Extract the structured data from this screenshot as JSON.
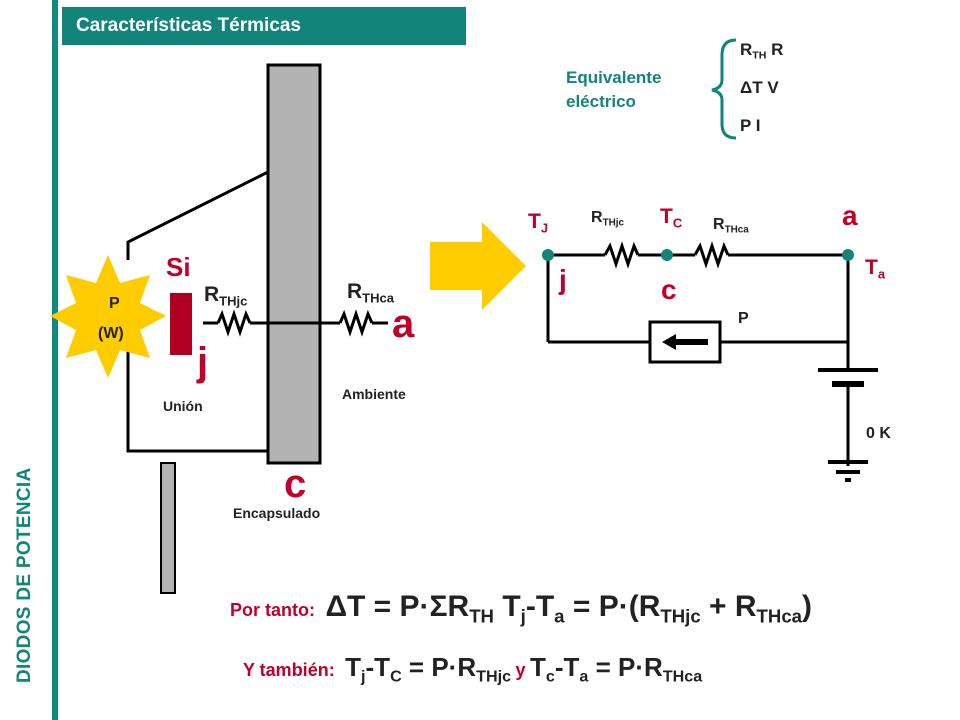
{
  "header": {
    "title": "Características Térmicas"
  },
  "sidebar": {
    "title": "DIODOS DE POTENCIA"
  },
  "equivalent": {
    "label_line1": "Equivalente",
    "label_line2": "eléctrico",
    "row1_a": "R",
    "row1_a_sub": "TH",
    "row1_sym": "",
    "row1_b": "R",
    "row2_a": "ΔT",
    "row2_sym": "",
    "row2_b": "V",
    "row3_a": "P",
    "row3_sym": "",
    "row3_b": "I"
  },
  "physical": {
    "source_p": "P",
    "source_w": "(W)",
    "si": "Si",
    "rthjc": "R",
    "rthjc_sub": "THjc",
    "rthca": "R",
    "rthca_sub": "THca",
    "j": "j",
    "a": "a",
    "c": "c",
    "union": "Unión",
    "ambiente": "Ambiente",
    "encapsulado": "Encapsulado"
  },
  "circuit": {
    "tj": "T",
    "tj_sub": "J",
    "tc": "T",
    "tc_sub": "C",
    "ta": "T",
    "ta_sub": "a",
    "rthjc": "R",
    "rthjc_sub": "THjc",
    "rthca": "R",
    "rthca_sub": "THca",
    "a": "a",
    "j": "j",
    "c": "c",
    "p": "P",
    "zero_k": "0 K"
  },
  "equations": {
    "line1_label": "Por tanto:",
    "line1_part1": "ΔT = P·ΣR",
    "line1_sub1": "TH",
    "line1_sym": "",
    "line1_part2": "T",
    "line1_sub2": "j",
    "line1_part3": "-T",
    "line1_sub3": "a",
    "line1_part4": "= P·(R",
    "line1_sub4": "THjc",
    "line1_part5": " + R",
    "line1_sub5": "THca",
    "line1_part6": ")",
    "line2_label": "Y también:",
    "line2_part1": "T",
    "line2_sub1": "j",
    "line2_part2": "-T",
    "line2_sub2": "C",
    "line2_part3": " = P·R",
    "line2_sub3": "THjc",
    "line2_y": "y",
    "line2_part4": "T",
    "line2_sub4": "c",
    "line2_part5": "-T",
    "line2_sub5": "a",
    "line2_part6": " = P·R",
    "line2_sub6": "THca"
  },
  "colors": {
    "teal": "#12847a",
    "red": "#c0002a",
    "heatsink_gray": "#b3b3b3",
    "sun_yellow": "#ffcc00",
    "chip_red": "#b00022"
  }
}
